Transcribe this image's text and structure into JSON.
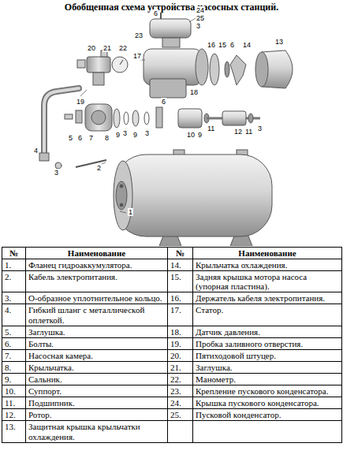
{
  "diagram": {
    "title": "Обобщенная схема устройства насосных станций.",
    "labels": [
      "6",
      "24",
      "25",
      "3",
      "23",
      "20",
      "21",
      "22",
      "16",
      "15",
      "6",
      "14",
      "13",
      "17",
      "18",
      "19",
      "3",
      "3",
      "6",
      "5",
      "6",
      "7",
      "8",
      "9",
      "9",
      "10",
      "9",
      "11",
      "12",
      "11",
      "3",
      "4",
      "3",
      "2",
      "1",
      "№",
      "Наименование",
      "№",
      "Наименование",
      "1.",
      "Фланец гидроаккумулятора.",
      "14.",
      "Крыльчатка охлаждения.",
      "2.",
      "Кабель электропитания.",
      "15.",
      "Задняя крышка мотора насоса (упорная пластина).",
      "3.",
      "О-образное уплотнительное кольцо.",
      "16.",
      "Держатель кабеля электропитания.",
      "4.",
      "Гибкий шланг с металлической оплеткой.",
      "17.",
      "Статор.",
      "5.",
      "Заглушка.",
      "18.",
      "Датчик давления.",
      "6.",
      "Болты.",
      "19.",
      "Пробка заливного отверстия.",
      "7.",
      "Насосная камера.",
      "20.",
      "Пятиходовой штуцер.",
      "8.",
      "Крыльчатка.",
      "21.",
      "Заглушка.",
      "9.",
      "Сальник.",
      "22.",
      "Манометр.",
      "10.",
      "Суппорт.",
      "23.",
      "Крепление пускового конденсатора.",
      "11.",
      "Подшипник.",
      "24.",
      "Крышка пускового конденсатора.",
      "12.",
      "Ротор.",
      "25.",
      "Пусковой конденсатор.",
      "13.",
      "Защитная крышка крыльчатки охлаждения."
    ]
  }
}
